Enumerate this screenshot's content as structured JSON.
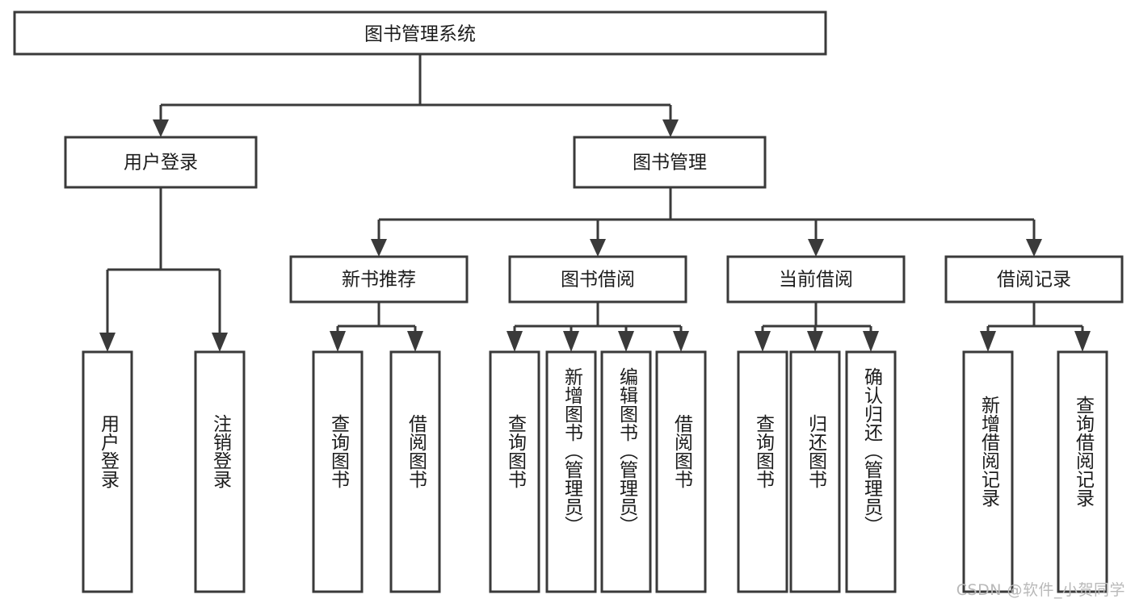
{
  "diagram": {
    "title": "图书管理系统",
    "type": "tree-hierarchy-chart",
    "colors": {
      "box_fill": "#ffffff",
      "box_stroke": "#3a3a3a",
      "text": "#1c1c1c",
      "background": "#ffffff",
      "watermark": "#b9b9b9"
    },
    "nodes": {
      "root": {
        "label": "图书管理系统",
        "orientation": "horizontal"
      },
      "level2": [
        {
          "id": "user-login",
          "label": "用户登录",
          "orientation": "horizontal"
        },
        {
          "id": "book-management",
          "label": "图书管理",
          "orientation": "horizontal"
        }
      ],
      "level3": [
        {
          "id": "new-book-recommend",
          "label": "新书推荐",
          "orientation": "horizontal"
        },
        {
          "id": "book-borrow",
          "label": "图书借阅",
          "orientation": "horizontal"
        },
        {
          "id": "current-borrow",
          "label": "当前借阅",
          "orientation": "horizontal"
        },
        {
          "id": "borrow-record",
          "label": "借阅记录",
          "orientation": "horizontal"
        }
      ],
      "leaves": {
        "user-login": [
          {
            "id": "leaf-user-login",
            "label": "用户登录",
            "orientation": "vertical"
          },
          {
            "id": "leaf-logout",
            "label": "注销登录",
            "orientation": "vertical"
          }
        ],
        "new-book-recommend": [
          {
            "id": "leaf-query-book-1",
            "label": "查询图书",
            "orientation": "vertical"
          },
          {
            "id": "leaf-borrow-book-1",
            "label": "借阅图书",
            "orientation": "vertical"
          }
        ],
        "book-borrow": [
          {
            "id": "leaf-query-book-2",
            "label": "查询图书",
            "orientation": "vertical"
          },
          {
            "id": "leaf-add-book",
            "label": "新增图书（管理员）",
            "orientation": "vertical"
          },
          {
            "id": "leaf-edit-book",
            "label": "编辑图书（管理员）",
            "orientation": "vertical"
          },
          {
            "id": "leaf-borrow-book-2",
            "label": "借阅图书",
            "orientation": "vertical"
          }
        ],
        "current-borrow": [
          {
            "id": "leaf-query-book-3",
            "label": "查询图书",
            "orientation": "vertical"
          },
          {
            "id": "leaf-return-book",
            "label": "归还图书",
            "orientation": "vertical"
          },
          {
            "id": "leaf-confirm-return",
            "label": "确认归还（管理员）",
            "orientation": "vertical"
          }
        ],
        "borrow-record": [
          {
            "id": "leaf-add-record",
            "label": "新增借阅记录",
            "orientation": "vertical"
          },
          {
            "id": "leaf-query-record",
            "label": "查询借阅记录",
            "orientation": "vertical"
          }
        ]
      }
    }
  },
  "watermark": {
    "text": "CSDN @软件_小贺同学"
  }
}
